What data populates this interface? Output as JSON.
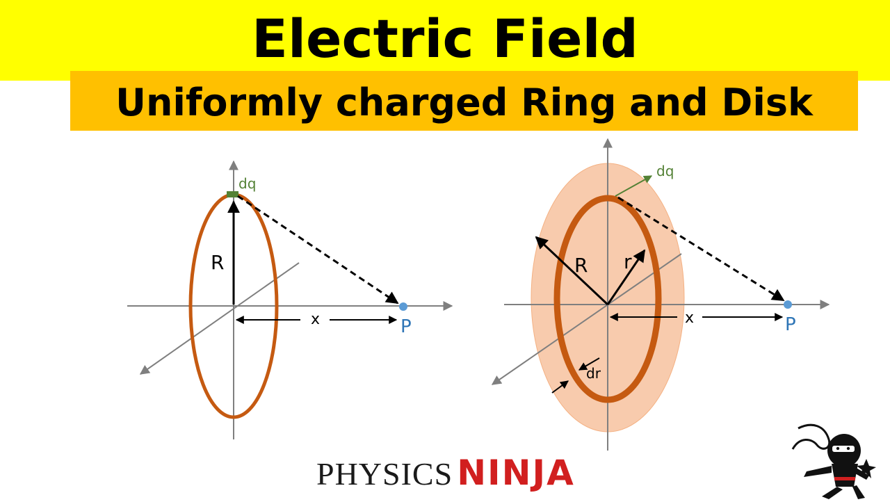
{
  "header": {
    "title": "Electric Field",
    "subtitle": "Uniformly charged Ring and Disk"
  },
  "ring_diagram": {
    "charge_label": "dq",
    "radius_label": "R",
    "distance_label": "x",
    "point_label": "P"
  },
  "disk_diagram": {
    "charge_label": "dq",
    "radius_label": "R",
    "ring_radius_label": "r",
    "width_label": "dr",
    "distance_label": "x",
    "point_label": "P"
  },
  "logo": {
    "word1": "PHYSICS",
    "word2": "NINJA"
  },
  "colors": {
    "title_bar": "#ffff00",
    "subtitle_bar": "#ffc000",
    "ring": "#c55a11",
    "disk_fill": "#f8cbad",
    "point": "#5b9bd5",
    "dq_green": "#538135",
    "axis": "#7f7f7f"
  }
}
